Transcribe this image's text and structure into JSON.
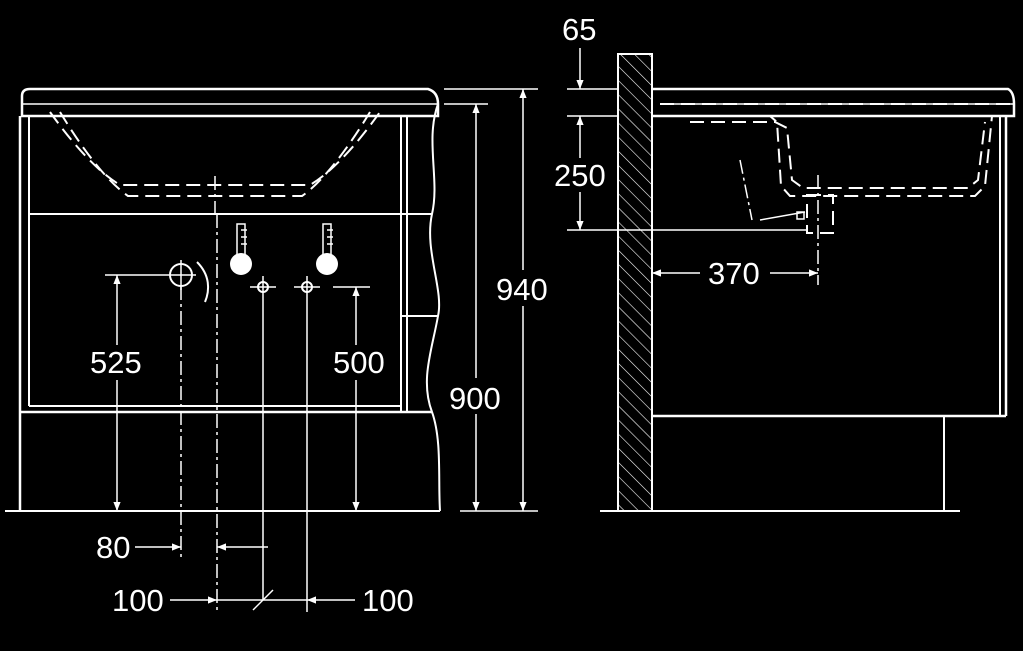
{
  "dimensions": {
    "wall_offset_top": "65",
    "basin_height": "250",
    "total_height": "940",
    "counter_height": "900",
    "left_outlet_height": "525",
    "right_outlet_height": "500",
    "drain_offset": "80",
    "tap_spacing_left": "100",
    "tap_spacing_right": "100",
    "wall_projection": "370"
  },
  "colors": {
    "background": "#000000",
    "line": "#ffffff"
  },
  "icons": [
    "hot-water-thermometer-icon",
    "cold-water-thermometer-icon"
  ]
}
